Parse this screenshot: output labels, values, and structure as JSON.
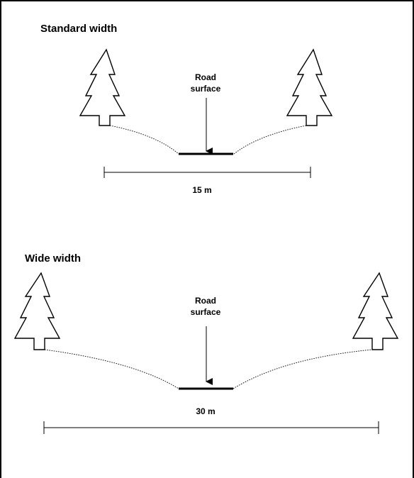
{
  "panels": [
    {
      "title": "Standard  width",
      "road_label_1": "Road",
      "road_label_2": "surface",
      "width_label": "15 m"
    },
    {
      "title": "Wide width",
      "road_label_1": "Road",
      "road_label_2": "surface",
      "width_label": "30 m"
    }
  ],
  "icons": {
    "tree": "tree-icon",
    "arrow": "arrow-down-icon"
  }
}
